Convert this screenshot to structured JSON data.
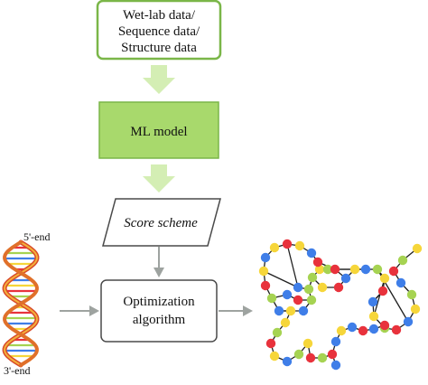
{
  "nodes": {
    "data_box": {
      "lines": [
        "Wet-lab data/",
        "Sequence data/",
        "Structure data"
      ]
    },
    "ml_box": {
      "label": "ML model"
    },
    "score_box": {
      "label": "Score scheme"
    },
    "optim_box": {
      "lines": [
        "Optimization",
        "algorithm"
      ]
    }
  },
  "dna": {
    "top_label": "5'-end",
    "bottom_label": "3'-end"
  },
  "colors": {
    "box_border": "#7ab648",
    "ml_fill": "#a8d96c",
    "light_arrow": "#d4eeb4",
    "gray_arrow": "#9ea3a0",
    "gray_border": "#4a4a4a",
    "edge": "#1f1f1f",
    "nuc_red": "#e8323c",
    "nuc_blue": "#3f7ee8",
    "nuc_yellow": "#f6d63a",
    "nuc_green": "#a6d352"
  }
}
